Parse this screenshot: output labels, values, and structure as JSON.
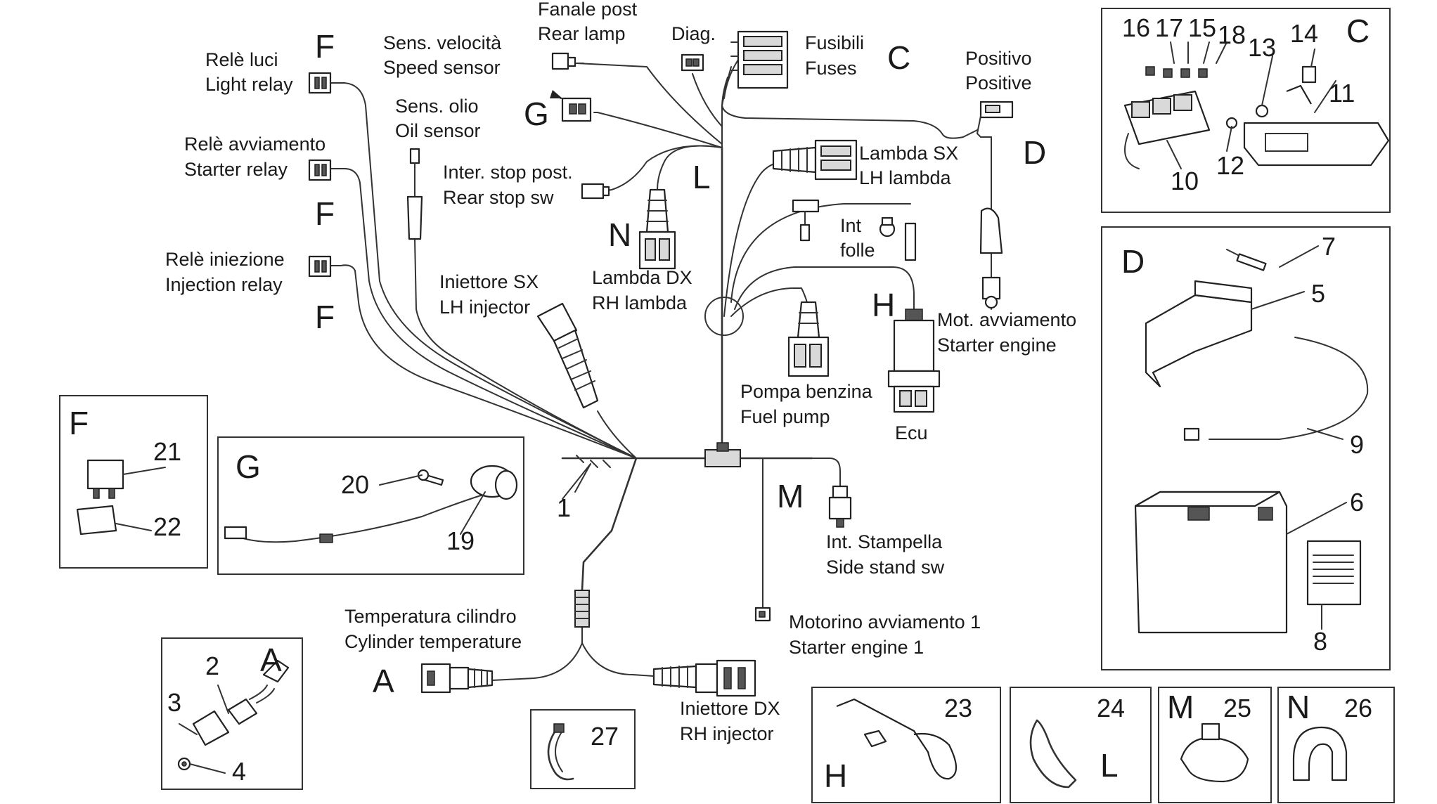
{
  "labels": {
    "fanale_it": "Fanale post",
    "fanale_en": "Rear lamp",
    "diag": "Diag.",
    "fusibili_it": "Fusibili",
    "fusibili_en": "Fuses",
    "positivo_it": "Positivo",
    "positivo_en": "Positive",
    "sens_vel_it": "Sens. velocità",
    "sens_vel_en": "Speed sensor",
    "rele_luci_it": "Relè luci",
    "rele_luci_en": "Light relay",
    "sens_olio_it": "Sens. olio",
    "sens_olio_en": "Oil sensor",
    "rele_avv_it": "Relè avviamento",
    "rele_avv_en": "Starter relay",
    "inter_stop_it": "Inter. stop post.",
    "inter_stop_en": "Rear stop sw",
    "lambda_sx_it": "Lambda SX",
    "lambda_sx_en": "LH lambda",
    "int_folle_it": "Int",
    "int_folle_en": "folle",
    "rele_inj_it": "Relè iniezione",
    "rele_inj_en": "Injection relay",
    "lambda_dx_it": "Lambda DX",
    "lambda_dx_en": "RH lambda",
    "inj_sx_it": "Iniettore SX",
    "inj_sx_en": "LH injector",
    "mot_avv_it": "Mot. avviamento",
    "mot_avv_en": "Starter engine",
    "pompa_it": "Pompa benzina",
    "pompa_en": "Fuel pump",
    "ecu": "Ecu",
    "stampella_it": "Int. Stampella",
    "stampella_en": "Side stand sw",
    "temp_it": "Temperatura cilindro",
    "temp_en": "Cylinder temperature",
    "motorino_it": "Motorino avviamento 1",
    "motorino_en": "Starter engine 1",
    "inj_dx_it": "Iniettore DX",
    "inj_dx_en": "RH injector"
  },
  "letters": {
    "f1": "F",
    "f2": "F",
    "f3": "F",
    "g": "G",
    "c": "C",
    "d": "D",
    "l": "L",
    "n": "N",
    "h": "H",
    "m": "M",
    "a": "A"
  },
  "callouts": {
    "n1": "1",
    "n2": "2",
    "n3": "3",
    "n4": "4",
    "n5": "5",
    "n6": "6",
    "n7": "7",
    "n8": "8",
    "n9": "9",
    "n10": "10",
    "n11": "11",
    "n12": "12",
    "n13": "13",
    "n14": "14",
    "n15": "15",
    "n16": "16",
    "n17": "17",
    "n18": "18",
    "n19": "19",
    "n20": "20",
    "n21": "21",
    "n22": "22",
    "n23": "23",
    "n24": "24",
    "n25": "25",
    "n26": "26",
    "n27": "27"
  },
  "insets": {
    "c": "C",
    "d": "D",
    "f": "F",
    "g": "G",
    "a": "A",
    "h": "H",
    "l": "L",
    "m": "M",
    "n": "N"
  }
}
